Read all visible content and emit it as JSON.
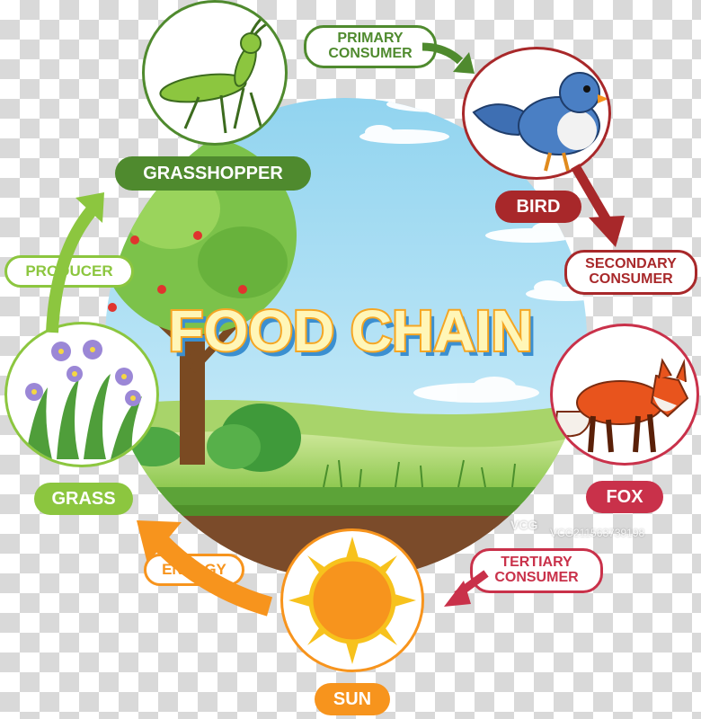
{
  "title": "FOOD CHAIN",
  "nodes": {
    "grasshopper": {
      "name": "GRASSHOPPER"
    },
    "bird": {
      "name": "BIRD"
    },
    "fox": {
      "name": "FOX"
    },
    "sun": {
      "name": "SUN"
    },
    "grass": {
      "name": "GRASS"
    }
  },
  "roles": {
    "primary": {
      "line1": "PRIMARY",
      "line2": "CONSUMER"
    },
    "secondary": {
      "line1": "SECONDARY",
      "line2": "CONSUMER"
    },
    "tertiary": {
      "line1": "TERTIARY",
      "line2": "CONSUMER"
    },
    "producer": "PRODUCER",
    "energy": "ENERGY"
  },
  "watermark": {
    "logo": "VCG",
    "id": "VCG211563739198"
  },
  "colors": {
    "green_dark": "#4f8a2e",
    "green_light": "#8cc63f",
    "red": "#a8282a",
    "orange": "#f7941d",
    "crimson": "#c9314a"
  }
}
